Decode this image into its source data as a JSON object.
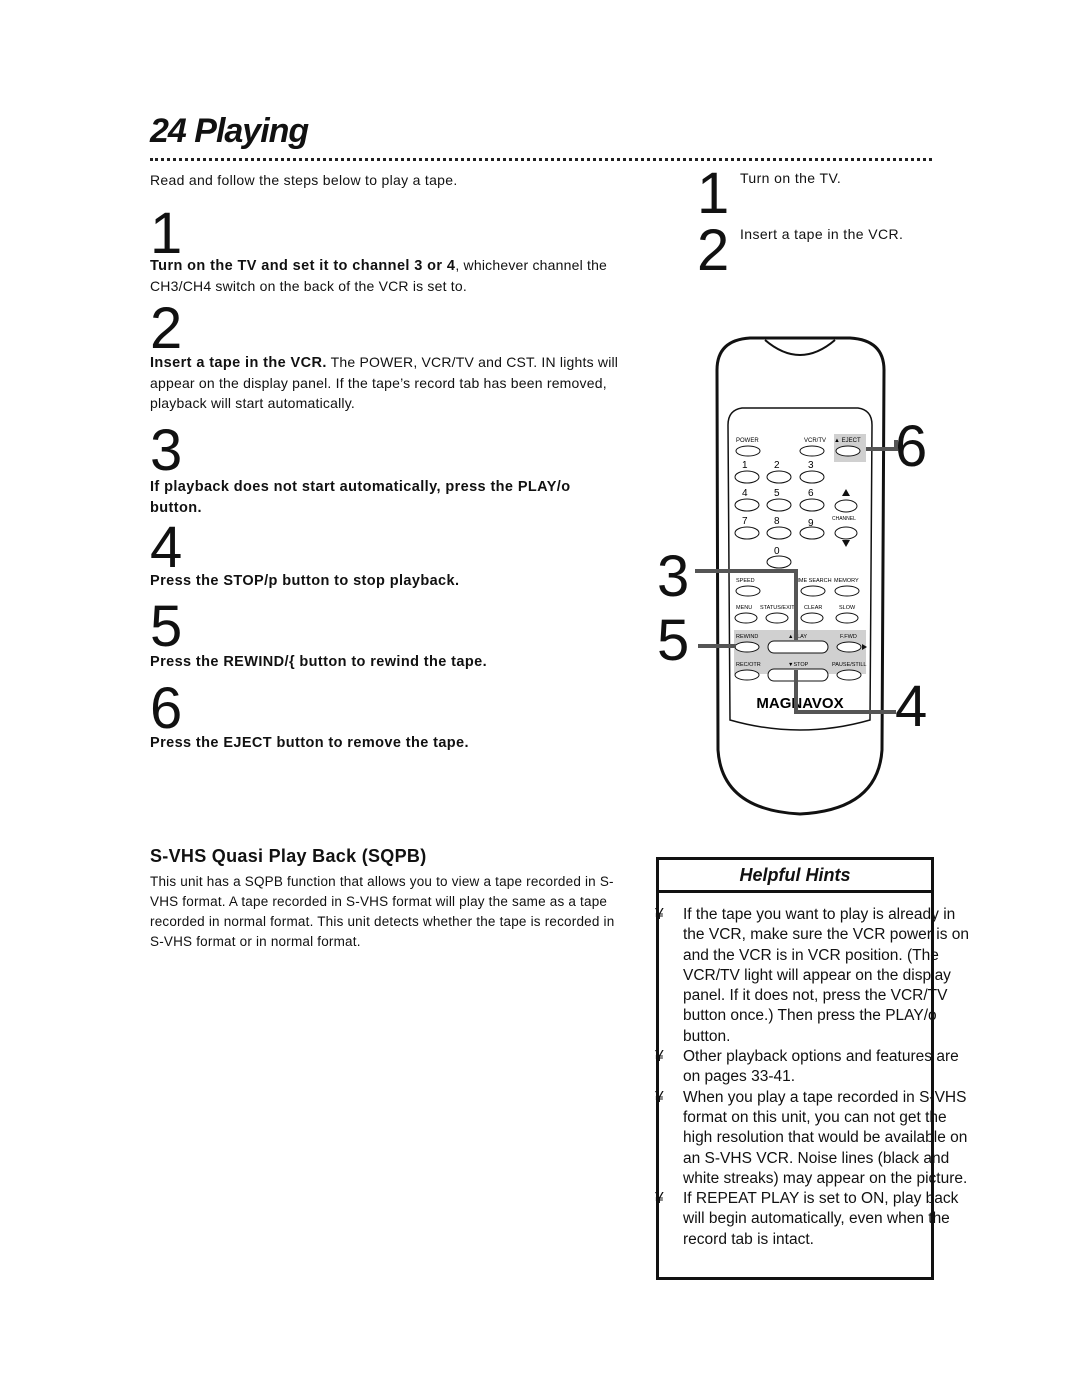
{
  "page": {
    "title": "24  Playing",
    "intro": "Read and follow the steps below to play a tape."
  },
  "steps": [
    {
      "number": "1",
      "bold": "Turn on the TV and set it to channel 3 or 4",
      "text": ", whichever channel the CH3/CH4 switch on the back of the VCR is set to."
    },
    {
      "number": "2",
      "bold": "Insert a tape in the VCR.",
      "text": " The POWER, VCR/TV and CST. IN lights will appear on the display panel. If the tape’s record tab has been removed, playback will start automatically."
    },
    {
      "number": "3",
      "bold": "If playback does not start automatically, press the PLAY/o  button.",
      "text": ""
    },
    {
      "number": "4",
      "bold": "Press the STOP/p  button to stop playback.",
      "text": ""
    },
    {
      "number": "5",
      "bold": "Press the REWIND/{   button to rewind the tape.",
      "text": ""
    },
    {
      "number": "6",
      "bold": "Press the EJECT button to remove the tape.",
      "text": ""
    }
  ],
  "quick_steps": [
    {
      "number": "1",
      "text": "Turn on the TV."
    },
    {
      "number": "2",
      "text": "Insert a tape in the VCR."
    }
  ],
  "callouts": {
    "c3": "3",
    "c5": "5",
    "c6": "6",
    "c4": "4"
  },
  "remote": {
    "brand": "MAGNAVOX",
    "labels": {
      "power": "POWER",
      "vcrtv": "VCR/TV",
      "eject": "▲ EJECT",
      "n1": "1",
      "n2": "2",
      "n3": "3",
      "n4": "4",
      "n5": "5",
      "n6": "6",
      "n7": "7",
      "n8": "8",
      "n9": "9",
      "n0": "0",
      "channel": "CHANNEL",
      "speed": "SPEED",
      "time_search": "TIME SEARCH",
      "memory": "MEMORY",
      "menu": "MENU",
      "status_exit": "STATUS/EXIT",
      "clear": "CLEAR",
      "slow": "SLOW",
      "rewind": "REWIND",
      "play": "▲PLAY",
      "ffwd": "F.FWD",
      "rec_otr": "REC/OTR",
      "stop": "▼STOP",
      "pause_still": "PAUSE/STILL"
    }
  },
  "sqpb": {
    "heading": "S-VHS Quasi Play Back (SQPB)",
    "body": "This unit has a SQPB function that allows you to view a tape recorded in S-VHS format. A tape recorded in S-VHS format will play the same as a tape recorded in normal format. This unit detects whether the tape is recorded in S-VHS format or in normal format."
  },
  "hints": {
    "title": "Helpful Hints",
    "bullet": "¥",
    "items": [
      "If the tape you want to play is already in the VCR, make sure the VCR power is on and the VCR is in VCR position. (The VCR/TV light will appear on the display panel. If it does not, press the VCR/TV button once.) Then press the PLAY/o button.",
      "Other playback options and features are on pages 33-41.",
      "When you play a tape recorded in S-VHS format on this unit, you can not get the high resolution that would be available on an S-VHS VCR. Noise lines (black and white streaks) may appear on the picture.",
      "If REPEAT PLAY is set to ON, play back will begin automatically, even when the record tab is intact."
    ]
  }
}
